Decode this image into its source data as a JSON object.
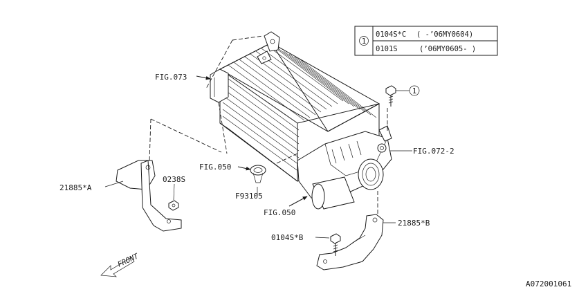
{
  "legend": {
    "ref_number": "1",
    "rows": [
      {
        "part": "0104S*C",
        "range": "( -’06MY0604)"
      },
      {
        "part": "0101S",
        "range": "(’06MY0605- )"
      }
    ]
  },
  "callouts": {
    "fig_073": "FIG.073",
    "fig_072_2": "FIG.072-2",
    "fig_050_top": "FIG.050",
    "fig_050_bottom": "FIG.050",
    "f93105": "F93105",
    "part_21885_a": "21885*A",
    "part_0238s": "0238S",
    "part_21885_b": "21885*B",
    "part_0104s_b": "0104S*B",
    "ref_circle": "1"
  },
  "front_label": "FRONT",
  "drawing_number": "A072001061"
}
